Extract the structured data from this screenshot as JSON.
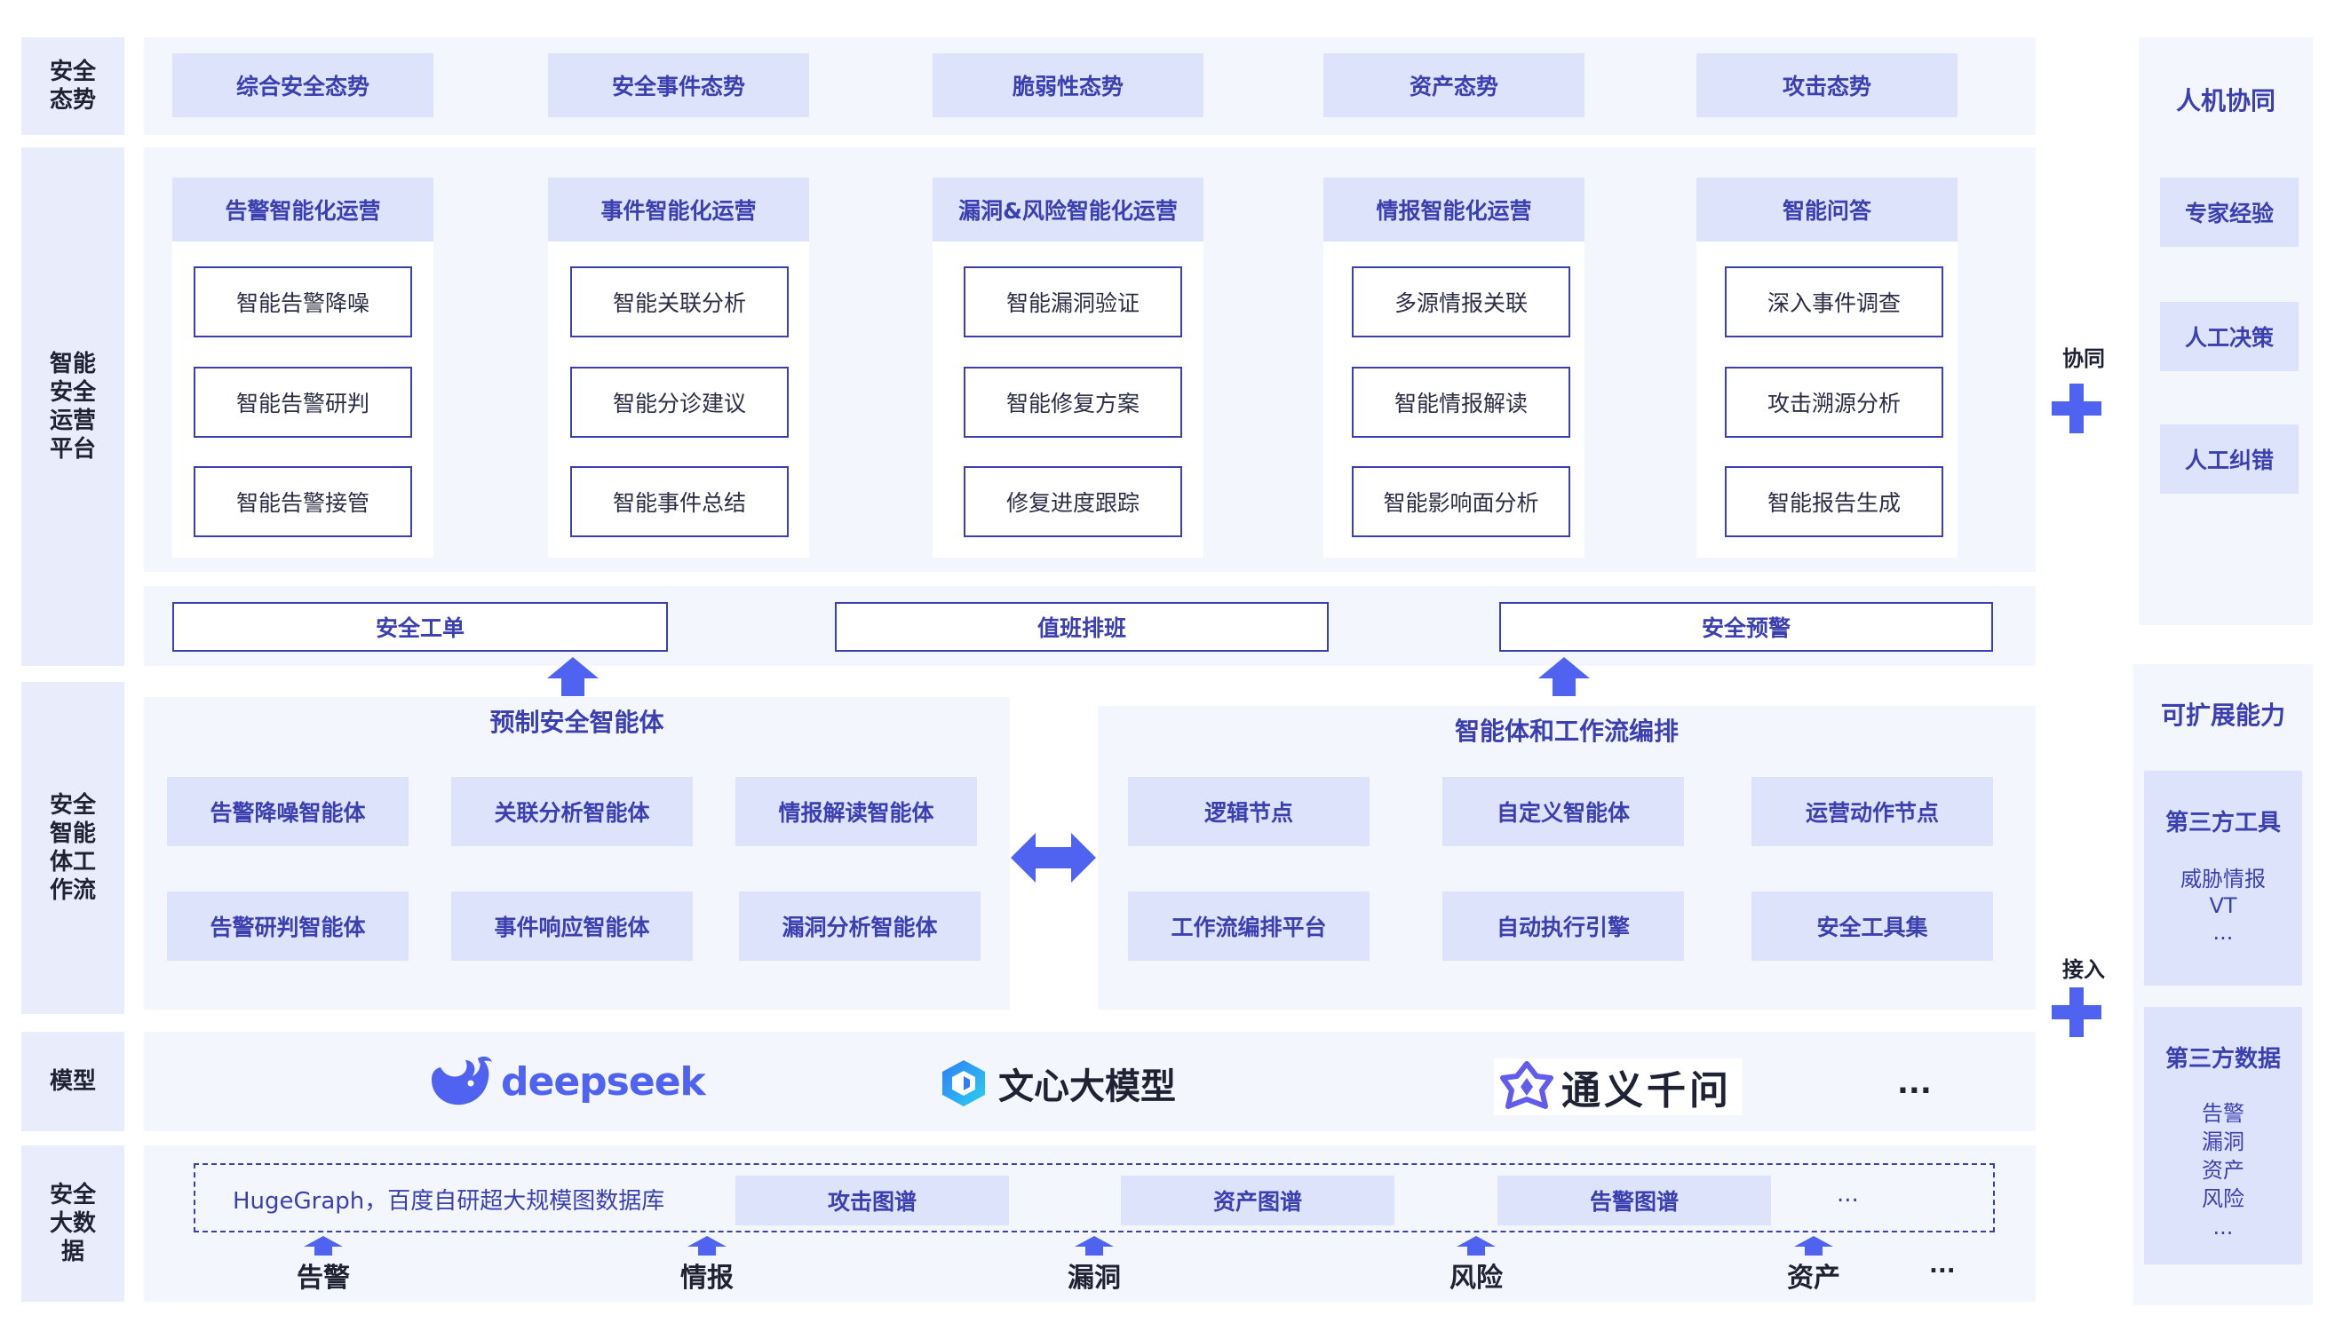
{
  "side_labels": {
    "posture": "安全态势",
    "platform": "智能安全运营平台",
    "agent": "安全智能体工作流",
    "model": "模型",
    "bigdata": "安全大数据"
  },
  "posture": [
    "综合安全态势",
    "安全事件态势",
    "脆弱性态势",
    "资产态势",
    "攻击态势"
  ],
  "operations": [
    {
      "header": "告警智能化运营",
      "items": [
        "智能告警降噪",
        "智能告警研判",
        "智能告警接管"
      ]
    },
    {
      "header": "事件智能化运营",
      "items": [
        "智能关联分析",
        "智能分诊建议",
        "智能事件总结"
      ]
    },
    {
      "header": "漏洞&风险智能化运营",
      "items": [
        "智能漏洞验证",
        "智能修复方案",
        "修复进度跟踪"
      ]
    },
    {
      "header": "情报智能化运营",
      "items": [
        "多源情报关联",
        "智能情报解读",
        "智能影响面分析"
      ]
    },
    {
      "header": "智能问答",
      "items": [
        "深入事件调查",
        "攻击溯源分析",
        "智能报告生成"
      ]
    }
  ],
  "bar": [
    "安全工单",
    "值班排班",
    "安全预警"
  ],
  "prebuilt": {
    "title": "预制安全智能体",
    "items": [
      "告警降噪智能体",
      "关联分析智能体",
      "情报解读智能体",
      "告警研判智能体",
      "事件响应智能体",
      "漏洞分析智能体"
    ]
  },
  "orchestration": {
    "title": "智能体和工作流编排",
    "items": [
      "逻辑节点",
      "自定义智能体",
      "运营动作节点",
      "工作流编排平台",
      "自动执行引擎",
      "安全工具集"
    ]
  },
  "models": {
    "deepseek": "deepseek",
    "wenxin": "文心大模型",
    "tongyi": "通义千问",
    "more": "..."
  },
  "graph": {
    "desc": "HugeGraph，百度自研超大规模图数据库",
    "items": [
      "攻击图谱",
      "资产图谱",
      "告警图谱"
    ],
    "more": "..."
  },
  "sources": [
    "告警",
    "情报",
    "漏洞",
    "风险",
    "资产"
  ],
  "sources_more": "...",
  "human": {
    "title": "人机协同",
    "items": [
      "专家经验",
      "人工决策",
      "人工纠错"
    ]
  },
  "collab_label": "协同",
  "access_label": "接入",
  "extend": {
    "title": "可扩展能力",
    "tools": {
      "title": "第三方工具",
      "lines": [
        "威胁情报",
        "VT",
        "..."
      ]
    },
    "data": {
      "title": "第三方数据",
      "lines": [
        "告警",
        "漏洞",
        "资产",
        "风险",
        "..."
      ]
    }
  },
  "colors": {
    "accent": "#3b3fb0",
    "arrow": "#4f63f0",
    "chip": "#dde3fb",
    "panel": "#f4f6fd"
  }
}
